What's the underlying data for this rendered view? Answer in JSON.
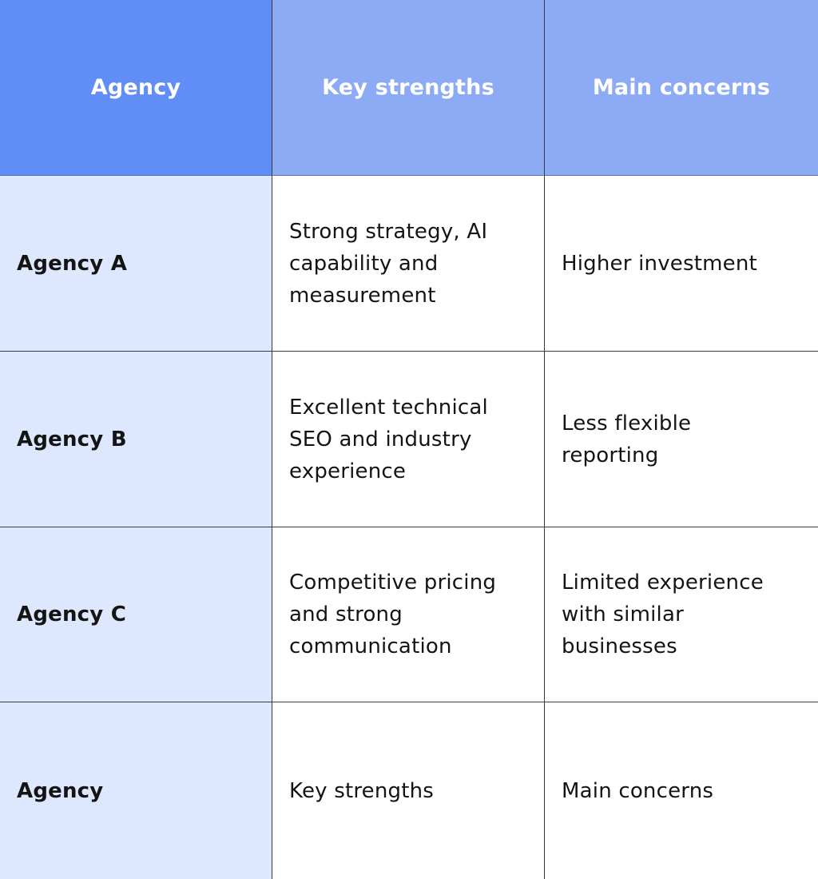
{
  "table": {
    "headers": [
      "Agency",
      "Key strengths",
      "Main concerns"
    ],
    "rows": [
      [
        "Agency A",
        "Strong strategy, AI capability and measurement",
        "Higher investment"
      ],
      [
        "Agency B",
        "Excellent technical SEO and industry experience",
        "Less flexible reporting"
      ],
      [
        "Agency C",
        "Competitive pricing and strong communication",
        "Limited experience with similar businesses"
      ],
      [
        "Agency",
        "Key strengths",
        "Main concerns"
      ]
    ]
  },
  "colors": {
    "header_first": "#618ef6",
    "header": "#8daaf5",
    "name_column": "#dde7fd",
    "body": "#ffffff",
    "border": "#3a3a3a"
  }
}
